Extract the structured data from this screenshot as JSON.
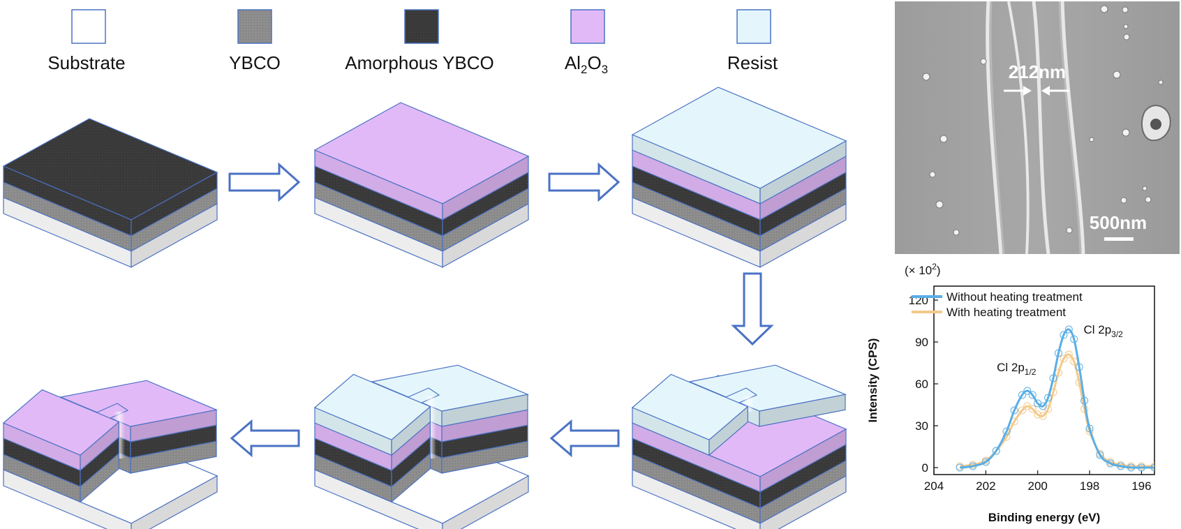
{
  "legend": [
    {
      "name": "Substrate",
      "color": "#ffffff"
    },
    {
      "name": "YBCO",
      "color": "#8c8c8c"
    },
    {
      "name": "Amorphous YBCO",
      "color": "#3a3a3a"
    },
    {
      "name": "Al2O3",
      "label_main": "Al",
      "sub1": "2",
      "label_mid": "O",
      "sub2": "3",
      "color": "#e2b9f7"
    },
    {
      "name": "Resist",
      "color": "#e4f6fc"
    }
  ],
  "colors": {
    "outline": "#4a72c4",
    "substrate": "#ffffff",
    "ybco": "#8c8c8c",
    "amorphous": "#3a3a3a",
    "al2o3": "#e2b9f7",
    "resist": "#e4f6fc",
    "arrow": "#4a72c4"
  },
  "sem": {
    "width_label": "212nm",
    "scale_label": "500nm"
  },
  "chart_data": {
    "type": "line",
    "xlabel": "Binding energy (eV)",
    "ylabel": "Intensity (CPS)",
    "multiplier": "(× 10",
    "multiplier_exp": "2",
    "multiplier_close": ")",
    "xlim": [
      204,
      195.5
    ],
    "ylim": [
      -5,
      130
    ],
    "xticks": [
      204,
      202,
      200,
      198,
      196
    ],
    "yticks": [
      0,
      30,
      60,
      90,
      120
    ],
    "legend_position": "top-left",
    "annotations": [
      {
        "label": "Cl  2p",
        "sub": "1/2",
        "x": 200.5,
        "y": 60
      },
      {
        "label": "Cl  2p",
        "sub": "3/2",
        "x": 198.5,
        "y": 90
      }
    ],
    "series": [
      {
        "name": "Without heating treatment",
        "color": "#5aaee6",
        "x": [
          203,
          202.5,
          202,
          201.6,
          201.2,
          200.9,
          200.6,
          200.4,
          200.2,
          200,
          199.8,
          199.6,
          199.4,
          199.2,
          199,
          198.8,
          198.6,
          198.4,
          198.2,
          198,
          197.6,
          197.2,
          196.8,
          196.4,
          196,
          195.5
        ],
        "y": [
          0,
          1,
          4,
          12,
          26,
          41,
          52,
          55,
          52,
          46,
          44,
          50,
          64,
          82,
          95,
          99,
          92,
          72,
          48,
          28,
          9,
          3,
          1,
          0,
          0,
          0
        ]
      },
      {
        "name": "With heating treatment",
        "color": "#f3c98b",
        "x": [
          203,
          202.5,
          202,
          201.6,
          201.2,
          200.9,
          200.6,
          200.4,
          200.2,
          200,
          199.8,
          199.6,
          199.4,
          199.2,
          199,
          198.8,
          198.6,
          198.4,
          198.2,
          198,
          197.6,
          197.2,
          196.8,
          196.4,
          196,
          195.5
        ],
        "y": [
          1,
          2,
          5,
          12,
          22,
          33,
          41,
          44,
          42,
          38,
          37,
          42,
          54,
          68,
          78,
          81,
          76,
          61,
          42,
          26,
          10,
          4,
          2,
          1,
          1,
          1
        ]
      }
    ]
  }
}
